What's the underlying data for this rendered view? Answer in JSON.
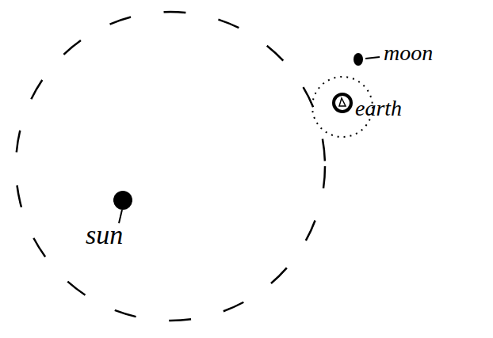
{
  "diagram": {
    "labels": [
      "moon",
      "earth",
      "sun"
    ]
  }
}
